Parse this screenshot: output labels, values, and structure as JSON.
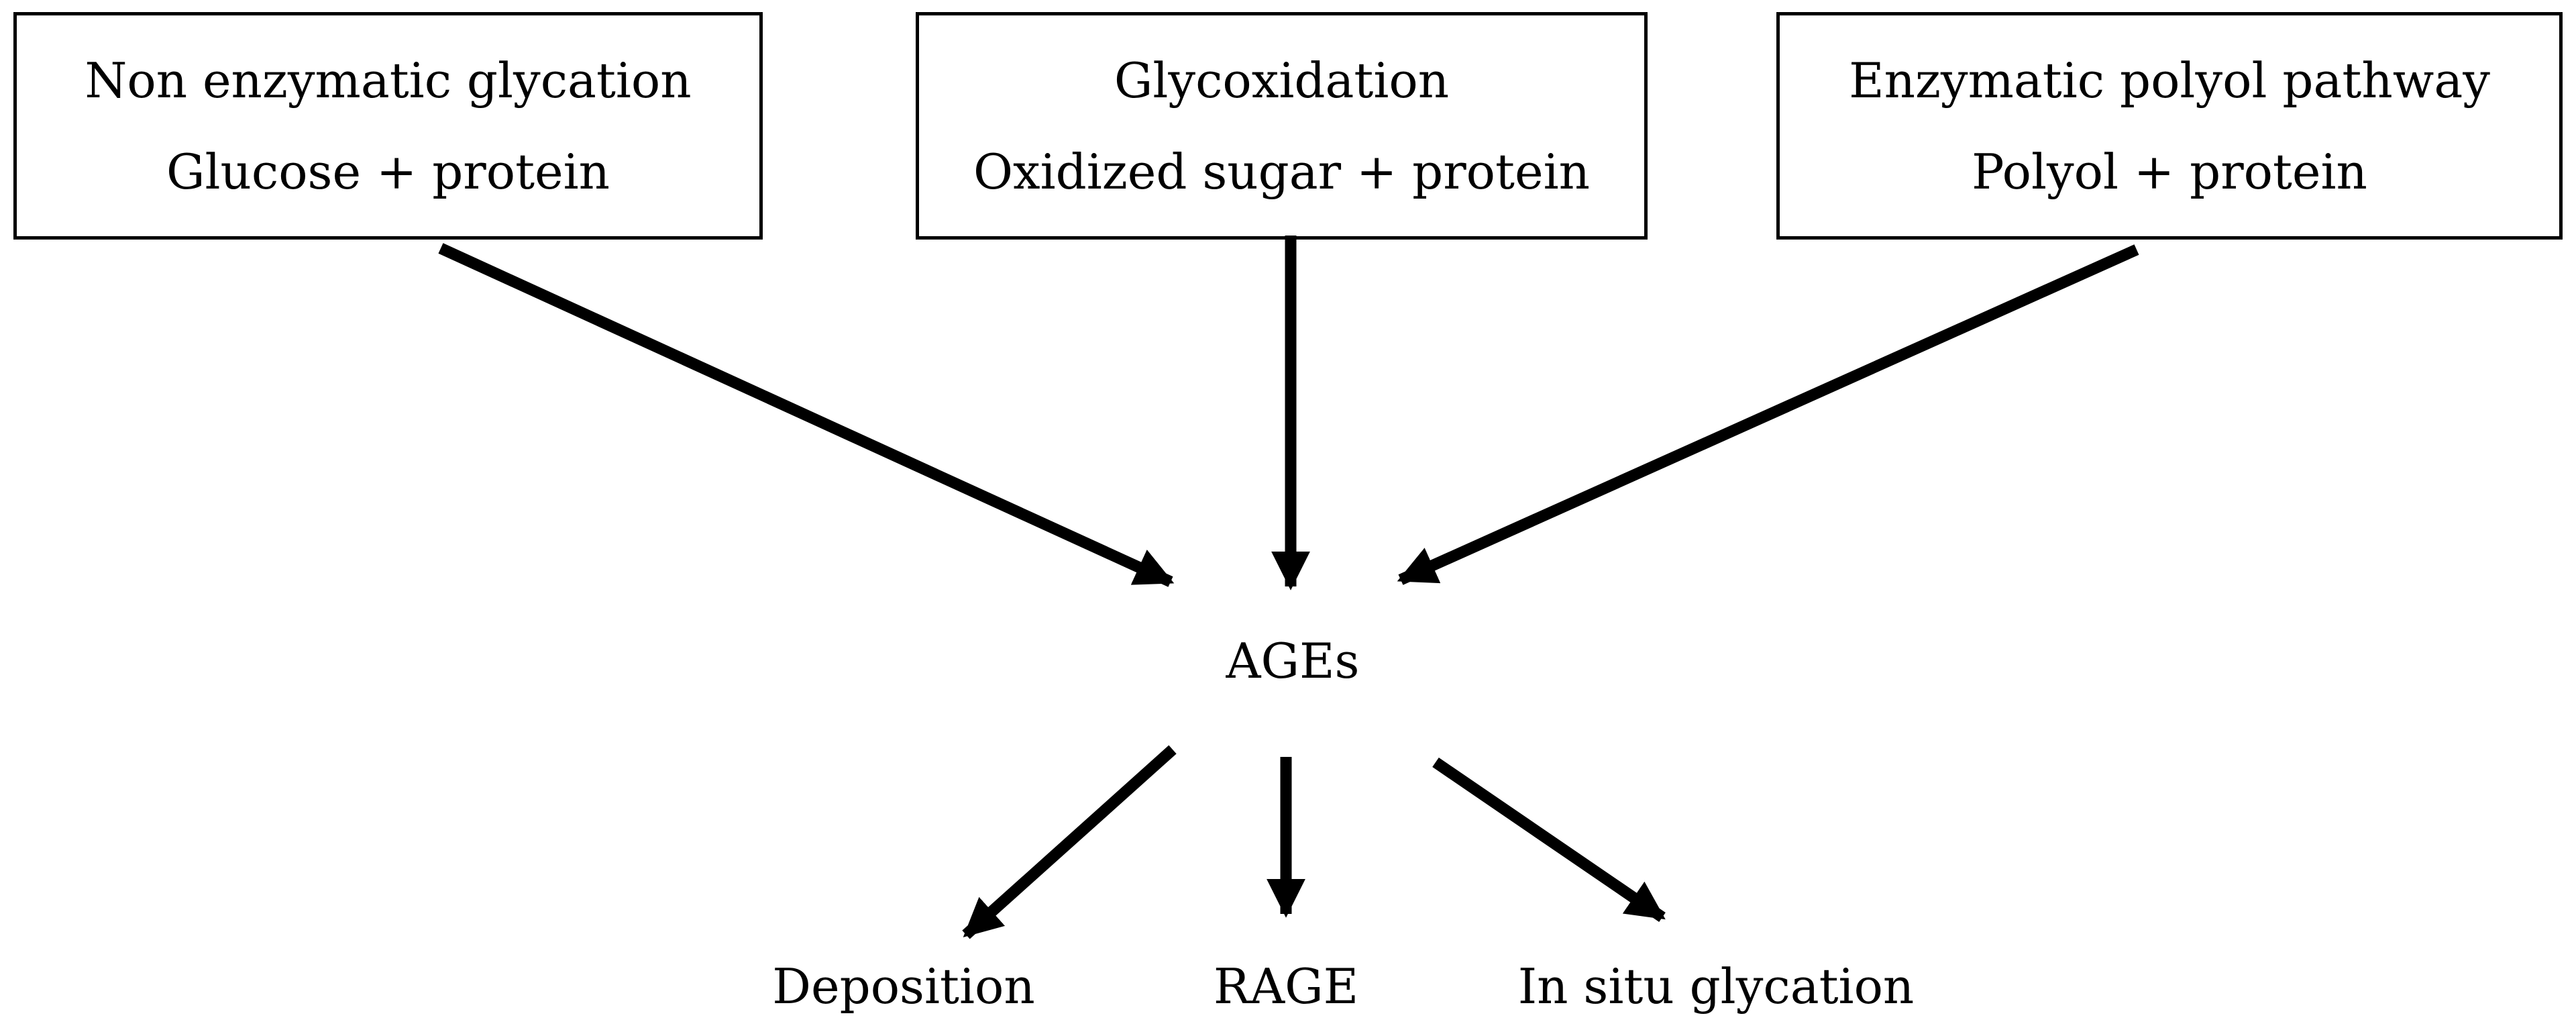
{
  "sources": [
    {
      "title": "Non enzymatic glycation",
      "reaction": "Glucose + protein"
    },
    {
      "title": "Glycoxidation",
      "reaction": "Oxidized sugar + protein"
    },
    {
      "title": "Enzymatic polyol pathway",
      "reaction": "Polyol + protein"
    }
  ],
  "center": {
    "label": "AGEs"
  },
  "outcomes": [
    {
      "label": "Deposition"
    },
    {
      "label": "RAGE"
    },
    {
      "label": "In situ glycation"
    }
  ]
}
